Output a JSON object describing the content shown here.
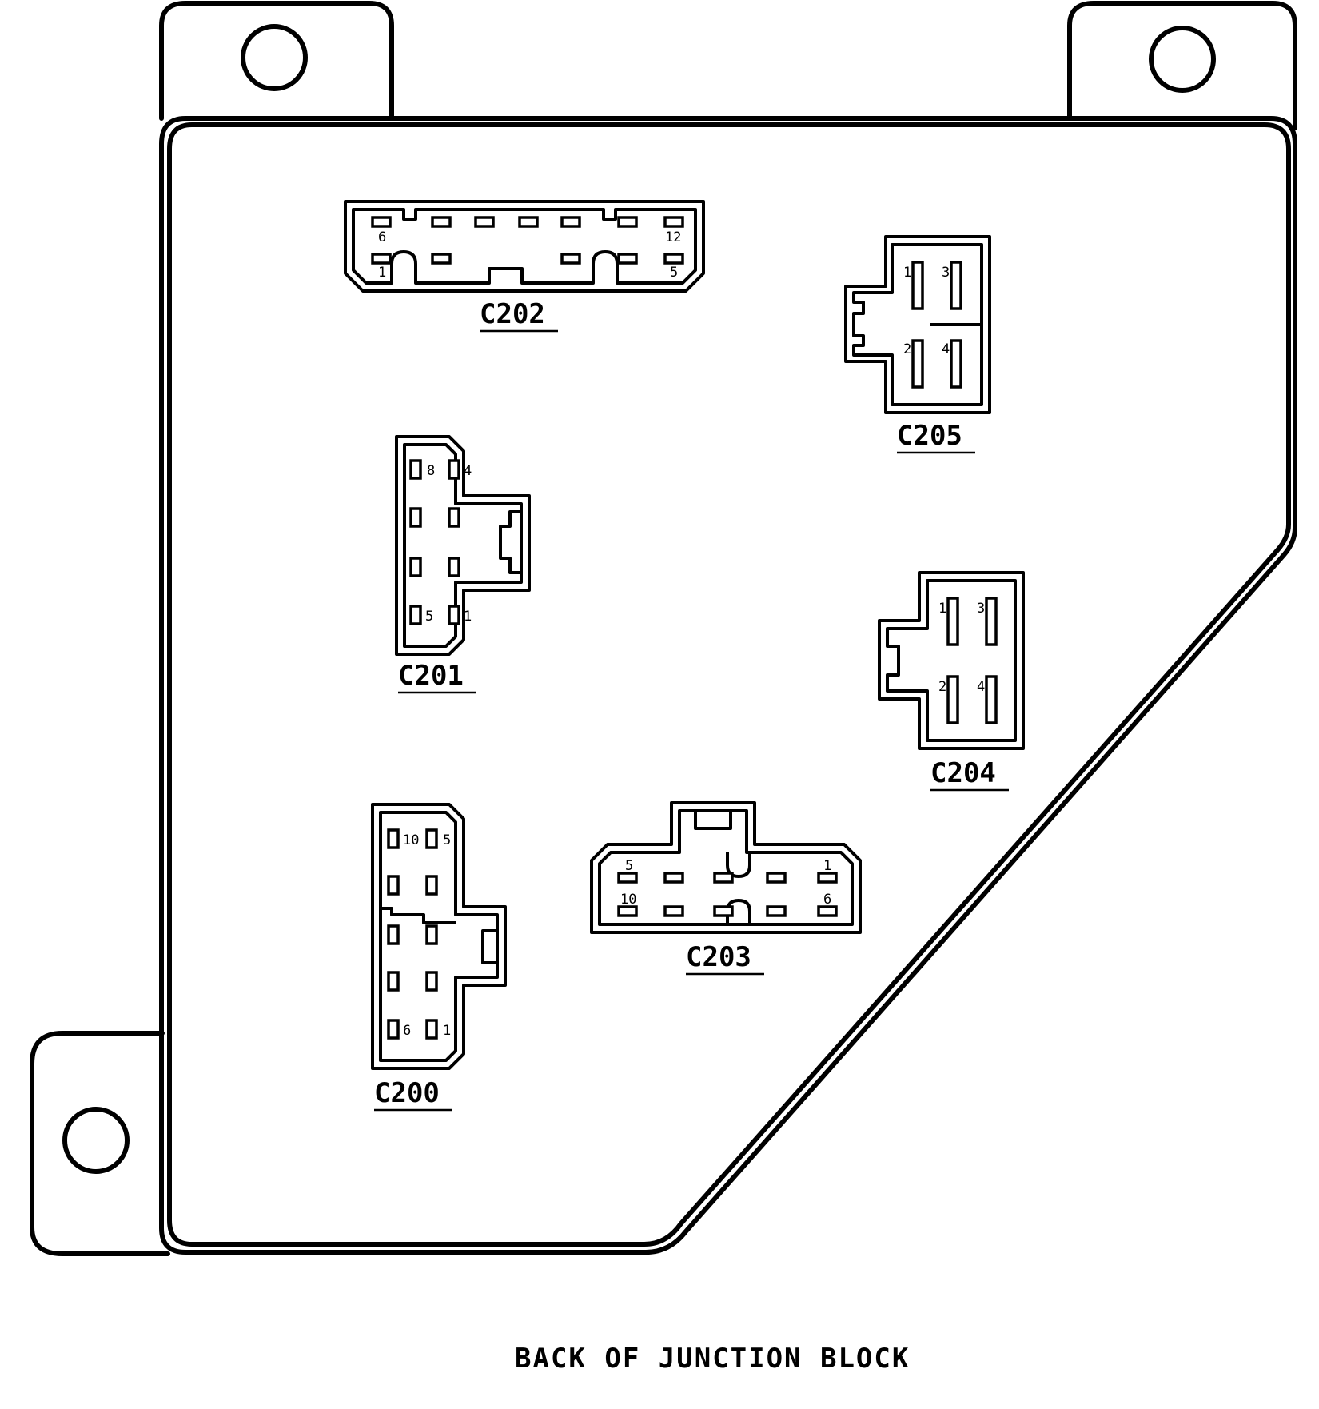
{
  "diagram": {
    "caption": "BACK OF JUNCTION BLOCK",
    "connectors": {
      "c202": {
        "label": "C202",
        "pins": [
          "6",
          "12",
          "1",
          "5"
        ]
      },
      "c205": {
        "label": "C205",
        "pins": [
          "1",
          "3",
          "2",
          "4"
        ]
      },
      "c201": {
        "label": "C201",
        "pins": [
          "8",
          "4",
          "5",
          "1"
        ]
      },
      "c204": {
        "label": "C204",
        "pins": [
          "1",
          "3",
          "2",
          "4"
        ]
      },
      "c200": {
        "label": "C200",
        "pins": [
          "10",
          "5",
          "6",
          "1"
        ]
      },
      "c203": {
        "label": "C203",
        "pins": [
          "5",
          "1",
          "10",
          "6"
        ]
      }
    }
  }
}
